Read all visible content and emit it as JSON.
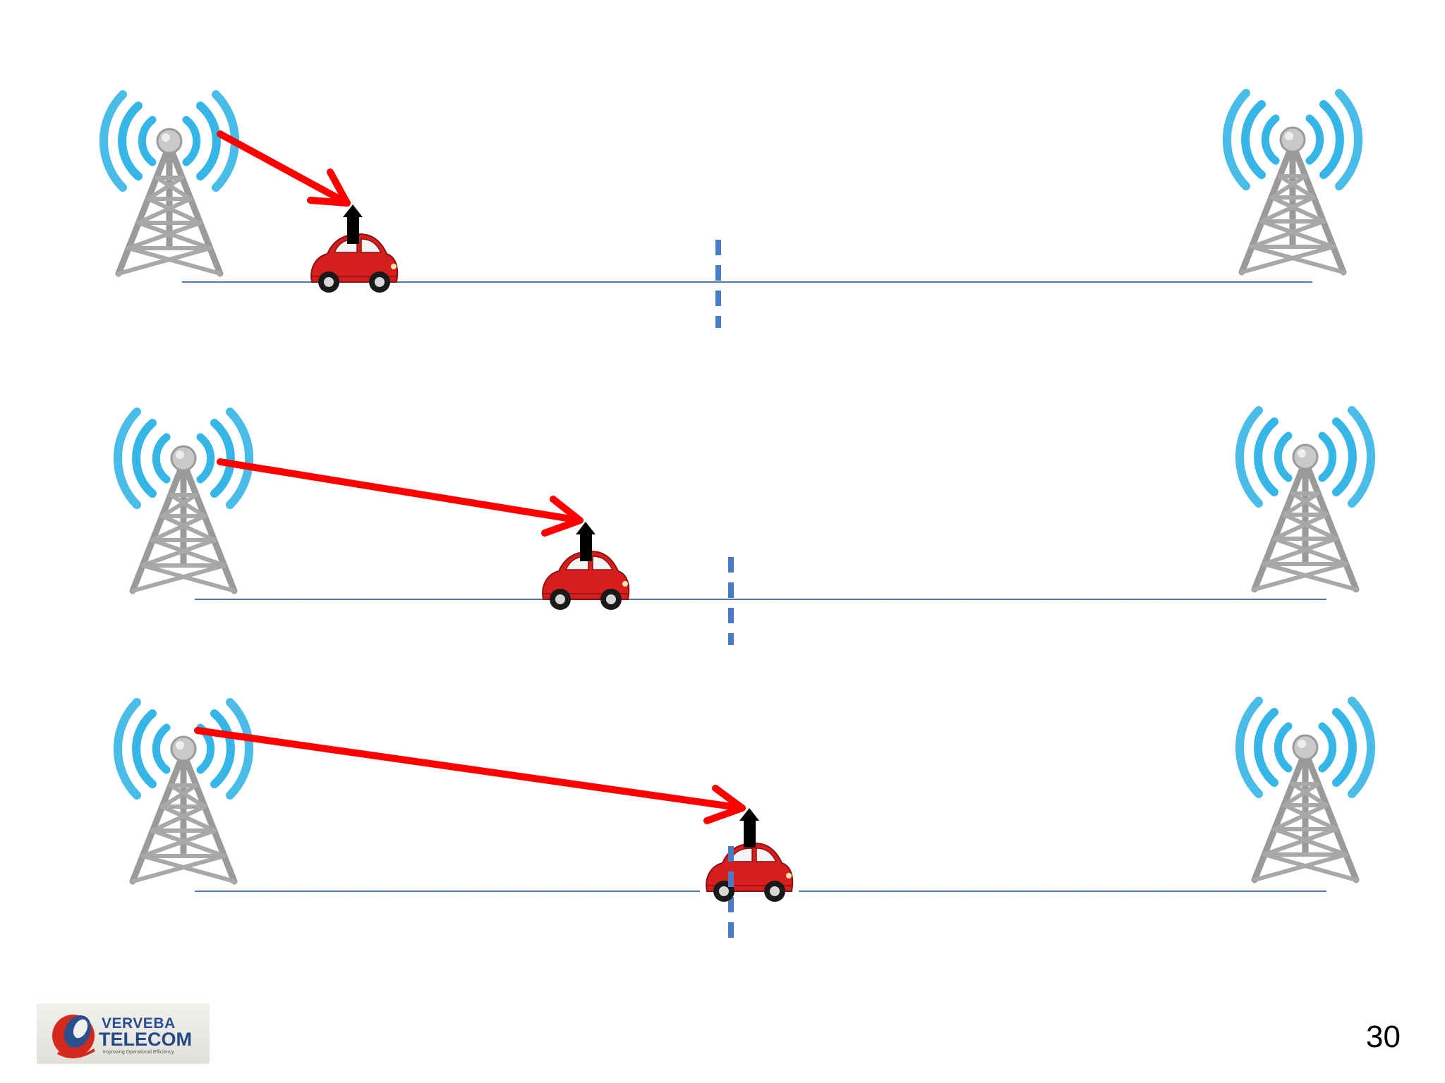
{
  "colors": {
    "road": "#4a7bc4",
    "boundary": "#4a7bc4",
    "signal_arrow": "#ff0000",
    "antenna_arrow": "#000000",
    "car": "#d61e1e",
    "tower_metal": "#9a9a9a",
    "tower_waves": "#35b6e6"
  },
  "icons": {
    "tower": "cell-tower-icon",
    "car": "red-car-icon",
    "logo": "verveba-logo-icon"
  },
  "logo": {
    "name_line1": "VERVEBA",
    "name_line2": "TELECOM",
    "tagline": "Improving Operational Efficiency"
  },
  "page_number": "30"
}
